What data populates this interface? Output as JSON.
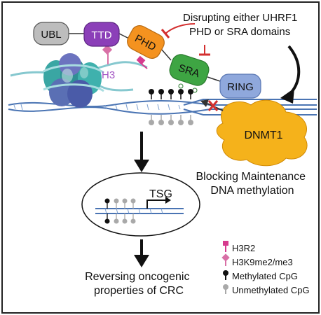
{
  "figure": {
    "domains": {
      "ubl": "UBL",
      "ttd": "TTD",
      "phd": "PHD",
      "sra": "SRA",
      "ring": "RING",
      "dnmt1": "DNMT1"
    },
    "histone_label": "H3",
    "annotation_disrupting": [
      "Disrupting either UHRF1",
      "PHD or SRA domains"
    ],
    "annotation_blocking": [
      "Blocking Maintenance",
      "DNA methylation"
    ],
    "tsg_label": "TSG",
    "outcome": [
      "Reversing oncogenic",
      "properties of CRC"
    ],
    "legend": [
      {
        "label": "H3R2",
        "icon": "pin-icon",
        "color": "#d63b8e"
      },
      {
        "label": "H3K9me2/me3",
        "icon": "diamond-pin-icon",
        "color": "#d870a6"
      },
      {
        "label": "Methylated CpG",
        "icon": "lollipop-filled-icon",
        "color": "#111111"
      },
      {
        "label": "Unmethylated CpG",
        "icon": "lollipop-empty-icon",
        "color": "#a9a9a9"
      }
    ],
    "colors": {
      "ubl": "#bdbdbd",
      "ttd": "#8b3fb8",
      "phd": "#f4921f",
      "sra": "#3ea543",
      "ring": "#8fa8dc",
      "dnmt1": "#f5b21b",
      "inhibit": "#d32f2f",
      "nucleosome": "#3aa6a3",
      "dna": "#4a74b3"
    }
  }
}
